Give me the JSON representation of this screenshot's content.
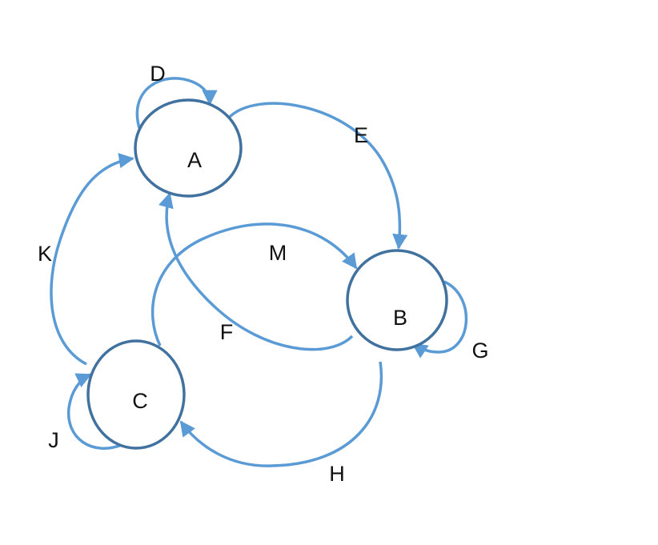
{
  "diagram": {
    "type": "state-transition-graph",
    "nodes": [
      {
        "id": "A",
        "label": "A"
      },
      {
        "id": "B",
        "label": "B"
      },
      {
        "id": "C",
        "label": "C"
      }
    ],
    "edges": [
      {
        "id": "D",
        "label": "D",
        "from": "A",
        "to": "A"
      },
      {
        "id": "E",
        "label": "E",
        "from": "A",
        "to": "B"
      },
      {
        "id": "F",
        "label": "F",
        "from": "B",
        "to": "A"
      },
      {
        "id": "M",
        "label": "M",
        "from": "C",
        "to": "B"
      },
      {
        "id": "G",
        "label": "G",
        "from": "B",
        "to": "B"
      },
      {
        "id": "H",
        "label": "H",
        "from": "B",
        "to": "C"
      },
      {
        "id": "J",
        "label": "J",
        "from": "C",
        "to": "C"
      },
      {
        "id": "K",
        "label": "K",
        "from": "C",
        "to": "A"
      }
    ],
    "colors": {
      "node_stroke": "#41729f",
      "edge_stroke": "#5b9bd5",
      "text": "#111111",
      "background": "#ffffff"
    }
  }
}
